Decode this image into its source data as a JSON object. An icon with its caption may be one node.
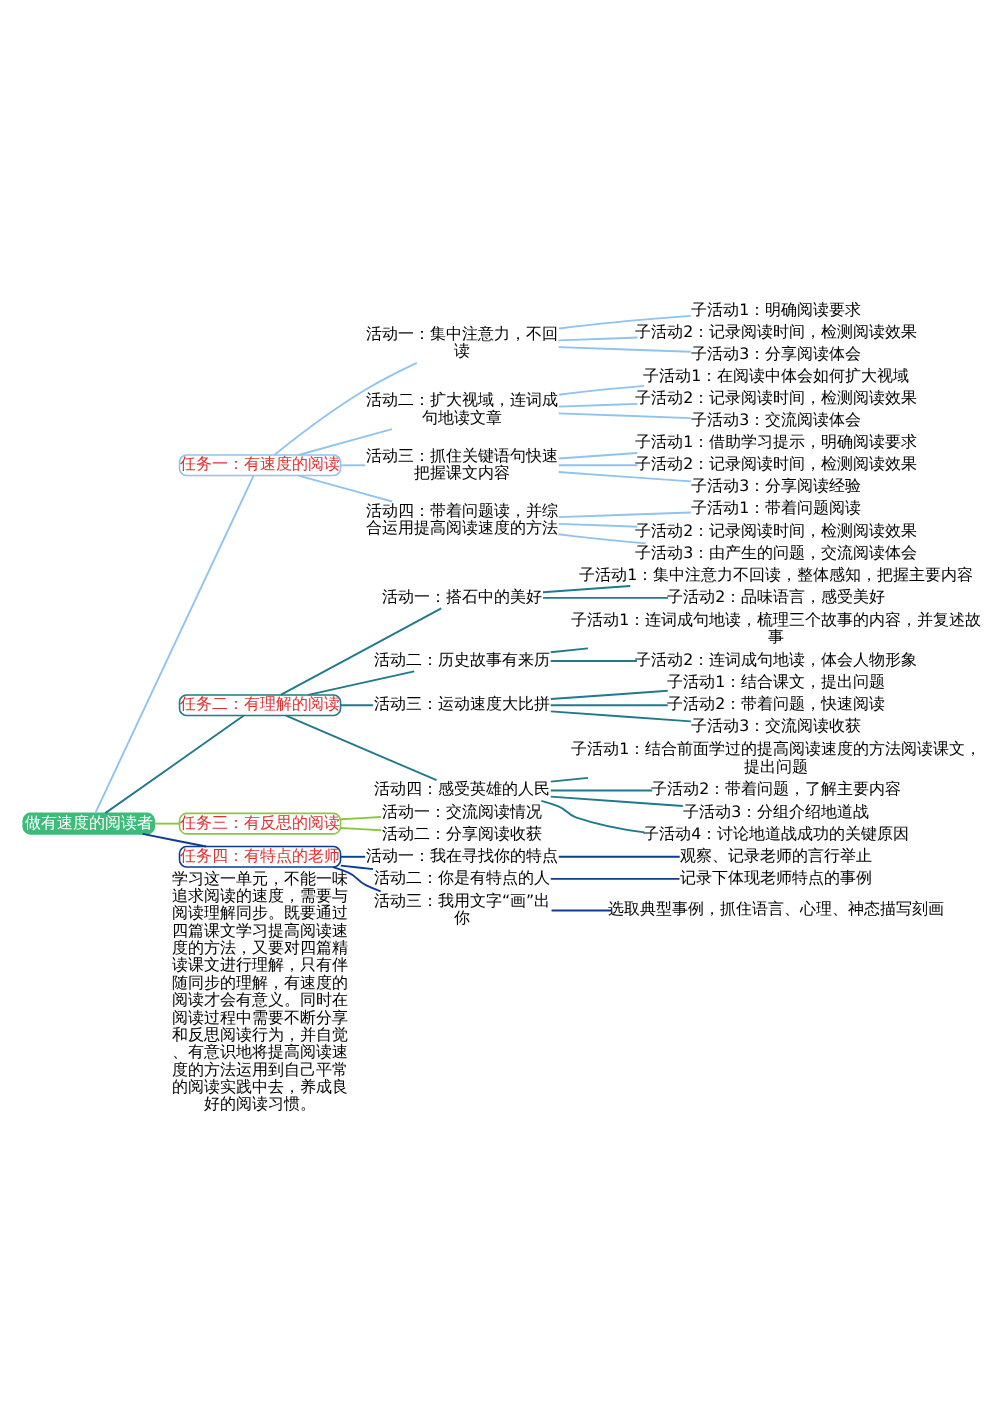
{
  "diagram": {
    "nodes": [
      {
        "text": [
          "做有速度的阅读者"
        ]
      },
      {
        "text": [
          "任务一：有速度的阅读"
        ]
      },
      {
        "text": [
          "活动一：集中注意力，不回读"
        ]
      },
      {
        "text": [
          "子活动1：明确阅读要求"
        ]
      },
      {
        "text": [
          "子活动2：记录阅读时间，检测阅读效果"
        ]
      },
      {
        "text": [
          "子活动3：分享阅读体会"
        ]
      },
      {
        "text": [
          "活动二：扩大视域，连词成句地读文章"
        ]
      },
      {
        "text": [
          "子活动1：在阅读中体会如何扩大视域"
        ]
      },
      {
        "text": [
          "子活动2：记录阅读时间，检测阅读效果"
        ]
      },
      {
        "text": [
          "子活动3：交流阅读体会"
        ]
      },
      {
        "text": [
          "活动三：抓住关键语句快速把握课文内容"
        ]
      },
      {
        "text": [
          "子活动1：借助学习提示，明确阅读要求"
        ]
      },
      {
        "text": [
          "子活动2：记录阅读时间，检测阅读效果"
        ]
      },
      {
        "text": [
          "子活动3：分享阅读经验"
        ]
      },
      {
        "text": [
          "活动四：带着问题读，并综合运用提高阅读速度的方法"
        ]
      },
      {
        "text": [
          "子活动1：带着问题阅读"
        ]
      },
      {
        "text": [
          "子活动2：记录阅读时间，检测阅读效果"
        ]
      },
      {
        "text": [
          "子活动3：由产生的问题，交流阅读体会"
        ]
      },
      {
        "text": [
          "任务二：有理解的阅读"
        ]
      },
      {
        "text": [
          "活动一：搭石中的美好"
        ]
      },
      {
        "text": [
          "子活动1：集中注意力不回读，整体感知，把握主要内容"
        ]
      },
      {
        "text": [
          "子活动2：品味语言，感受美好"
        ]
      },
      {
        "text": [
          "活动二：历史故事有来历"
        ]
      },
      {
        "text": [
          "子活动1：连词成句地读，梳理三个故事的内容，并复述故事"
        ]
      },
      {
        "text": [
          "子活动2：连词成句地读，体会人物形象"
        ]
      },
      {
        "text": [
          "活动三：运动速度大比拼"
        ]
      },
      {
        "text": [
          "子活动1：结合课文，提出问题"
        ]
      },
      {
        "text": [
          "子活动2：带着问题，快速阅读"
        ]
      },
      {
        "text": [
          "子活动3：交流阅读收获"
        ]
      },
      {
        "text": [
          "活动四：感受英雄的人民"
        ]
      },
      {
        "text": [
          "子活动1：结合前面学过的提高阅读速度的方法阅读课文，提出问题"
        ]
      },
      {
        "text": [
          "子活动2：带着问题，了解主要内容"
        ]
      },
      {
        "text": [
          "子活动3：分组介绍地道战"
        ]
      },
      {
        "text": [
          "子活动4：讨论地道战成功的关键原因"
        ]
      },
      {
        "text": [
          "任务三：有反思的阅读"
        ]
      },
      {
        "text": [
          "活动一：交流阅读情况"
        ]
      },
      {
        "text": [
          "活动二：分享阅读收获"
        ]
      },
      {
        "text": [
          "任务四：有特点的老师"
        ]
      },
      {
        "text": [
          "活动一：我在寻找你的特点"
        ]
      },
      {
        "text": [
          "观察、记录老师的言行举止"
        ]
      },
      {
        "text": [
          "活动二：你是有特点的人"
        ]
      },
      {
        "text": [
          "记录下体现老师特点的事例"
        ]
      },
      {
        "text": [
          "活动三：我用文字“画”出你"
        ]
      },
      {
        "text": [
          "选取典型事例，抓住语言、心理、神态描写刻画"
        ]
      }
    ],
    "edges": [
      {
        "from": 0,
        "to": 1,
        "arrow": "none",
        "color": "#8fc3f0"
      },
      {
        "from": 1,
        "to": 2,
        "arrow": "none",
        "color": "#8fc3f0"
      },
      {
        "from": 2,
        "to": 3,
        "arrow": "none",
        "color": "#8fc3f0"
      },
      {
        "from": 2,
        "to": 4,
        "arrow": "none",
        "color": "#8fc3f0"
      },
      {
        "from": 2,
        "to": 5,
        "arrow": "none",
        "color": "#8fc3f0"
      },
      {
        "from": 1,
        "to": 6,
        "arrow": "none",
        "color": "#8fc3f0"
      },
      {
        "from": 6,
        "to": 7,
        "arrow": "none",
        "color": "#8fc3f0"
      },
      {
        "from": 6,
        "to": 8,
        "arrow": "none",
        "color": "#8fc3f0"
      },
      {
        "from": 6,
        "to": 9,
        "arrow": "none",
        "color": "#8fc3f0"
      },
      {
        "from": 1,
        "to": 10,
        "arrow": "none",
        "color": "#8fc3f0"
      },
      {
        "from": 10,
        "to": 11,
        "arrow": "none",
        "color": "#8fc3f0"
      },
      {
        "from": 10,
        "to": 12,
        "arrow": "none",
        "color": "#8fc3f0"
      },
      {
        "from": 10,
        "to": 13,
        "arrow": "none",
        "color": "#8fc3f0"
      },
      {
        "from": 1,
        "to": 14,
        "arrow": "none",
        "color": "#8fc3f0"
      },
      {
        "from": 14,
        "to": 15,
        "arrow": "none",
        "color": "#8fc3f0"
      },
      {
        "from": 14,
        "to": 16,
        "arrow": "none",
        "color": "#8fc3f0"
      },
      {
        "from": 14,
        "to": 17,
        "arrow": "none",
        "color": "#8fc3f0"
      },
      {
        "from": 0,
        "to": 18,
        "arrow": "none",
        "color": "#1f7a8c"
      },
      {
        "from": 18,
        "to": 19,
        "arrow": "none",
        "color": "#1f7a8c"
      },
      {
        "from": 19,
        "to": 20,
        "arrow": "none",
        "color": "#1f7a8c"
      },
      {
        "from": 19,
        "to": 21,
        "arrow": "none",
        "color": "#1f7a8c"
      },
      {
        "from": 18,
        "to": 22,
        "arrow": "none",
        "color": "#1f7a8c"
      },
      {
        "from": 22,
        "to": 23,
        "arrow": "none",
        "color": "#1f7a8c"
      },
      {
        "from": 22,
        "to": 24,
        "arrow": "none",
        "color": "#1f7a8c"
      },
      {
        "from": 18,
        "to": 25,
        "arrow": "none",
        "color": "#1f7a8c"
      },
      {
        "from": 25,
        "to": 26,
        "arrow": "none",
        "color": "#1f7a8c"
      },
      {
        "from": 25,
        "to": 27,
        "arrow": "none",
        "color": "#1f7a8c"
      },
      {
        "from": 25,
        "to": 28,
        "arrow": "none",
        "color": "#1f7a8c"
      },
      {
        "from": 18,
        "to": 29,
        "arrow": "none",
        "color": "#1f7a8c"
      },
      {
        "from": 29,
        "to": 30,
        "arrow": "none",
        "color": "#1f7a8c"
      },
      {
        "from": 29,
        "to": 31,
        "arrow": "none",
        "color": "#1f7a8c"
      },
      {
        "from": 29,
        "to": 32,
        "arrow": "none",
        "color": "#1f7a8c"
      },
      {
        "from": 29,
        "to": 33,
        "arrow": "none",
        "color": "#1f7a8c"
      },
      {
        "from": 0,
        "to": 34,
        "arrow": "none",
        "color": "#8cc63f"
      },
      {
        "from": 34,
        "to": 35,
        "arrow": "none",
        "color": "#8cc63f"
      },
      {
        "from": 34,
        "to": 36,
        "arrow": "none",
        "color": "#8cc63f"
      },
      {
        "from": 0,
        "to": 37,
        "arrow": "none",
        "color": "#0b3d91"
      },
      {
        "from": 37,
        "to": 38,
        "arrow": "none",
        "color": "#0b3d91"
      },
      {
        "from": 38,
        "to": 39,
        "arrow": "none",
        "color": "#0b3d91"
      },
      {
        "from": 37,
        "to": 40,
        "arrow": "none",
        "color": "#0b3d91"
      },
      {
        "from": 40,
        "to": 41,
        "arrow": "none",
        "color": "#0b3d91"
      },
      {
        "from": 37,
        "to": 42,
        "arrow": "none",
        "color": "#0b3d91"
      },
      {
        "from": 42,
        "to": 43,
        "arrow": "none",
        "color": "#0b3d91"
      }
    ],
    "labels": [
      "学习这一单元，不能一味追求阅读的速度，需要与阅读理解同步。既要通过四篇课文学习提高阅读速度的方法，又要对四篇精读课文进行理解，只有伴随同步的理解，有速度的阅读才会有意义。同时在阅读过程中需要不断分享和反思阅读行为，并自觉、有意识地将提高阅读速度的方法运用到自己平常的阅读实践中去，养成良好的阅读习惯。"
    ]
  }
}
